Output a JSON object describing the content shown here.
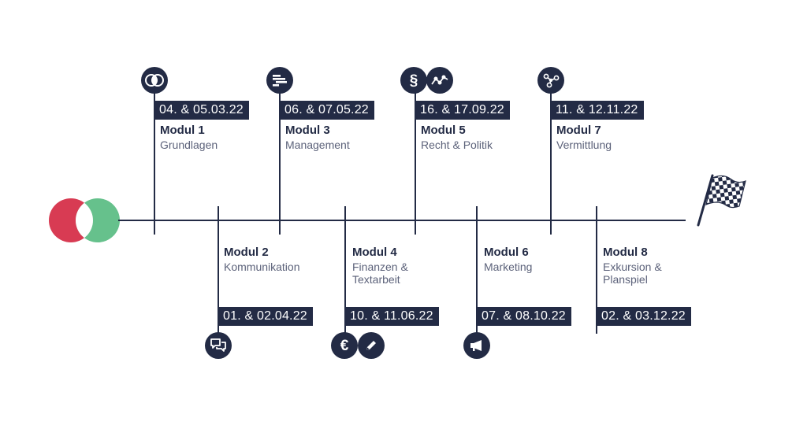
{
  "colors": {
    "navy": "#232b45",
    "red": "#d83b53",
    "green": "#66c18c"
  },
  "modules": [
    {
      "title": "Modul 1",
      "subtitle": "Grundlagen",
      "date": "04. & 05.03.22",
      "icons": [
        "venn-icon"
      ]
    },
    {
      "title": "Modul 2",
      "subtitle": "Kommunikation",
      "date": "01. & 02.04.22",
      "icons": [
        "chat-icon"
      ]
    },
    {
      "title": "Modul 3",
      "subtitle": "Management",
      "date": "06. & 07.05.22",
      "icons": [
        "gantt-icon"
      ]
    },
    {
      "title": "Modul 4",
      "subtitle": "Finanzen & Textarbeit",
      "subtitle_lines": [
        "Finanzen &",
        "Textarbeit"
      ],
      "date": "10. & 11.06.22",
      "icons": [
        "euro-icon",
        "pencil-icon"
      ],
      "euro_glyph": "€"
    },
    {
      "title": "Modul 5",
      "subtitle": "Recht & Politik",
      "date": "16. & 17.09.22",
      "icons": [
        "paragraph-icon",
        "trend-icon"
      ],
      "paragraph_glyph": "§"
    },
    {
      "title": "Modul 6",
      "subtitle": "Marketing",
      "date": "07. & 08.10.22",
      "icons": [
        "megaphone-icon"
      ]
    },
    {
      "title": "Modul 7",
      "subtitle": "Vermittlung",
      "date": "11. & 12.11.22",
      "icons": [
        "network-icon"
      ]
    },
    {
      "title": "Modul 8",
      "subtitle": "Exkursion & Planspiel",
      "subtitle_lines": [
        "Exkursion &",
        "Planspiel"
      ],
      "date": "02. & 03.12.22",
      "icons": [
        "flag-icon"
      ]
    }
  ]
}
